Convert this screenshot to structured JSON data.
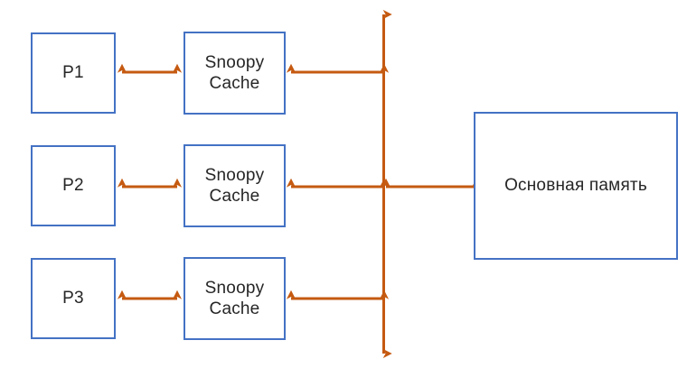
{
  "diagram": {
    "title_text": "",
    "colors": {
      "box_border": "#4472C4",
      "box_fill": "#FFFFFF",
      "arrow": "#C55A11",
      "text": "#262626",
      "background": "#FFFFFF"
    },
    "processors": [
      {
        "label": "P1"
      },
      {
        "label": "P2"
      },
      {
        "label": "P3"
      }
    ],
    "caches": [
      {
        "label": "Snoopy\nCache"
      },
      {
        "label": "Snoopy\nCache"
      },
      {
        "label": "Snoopy\nCache"
      }
    ],
    "memory": {
      "label": "Основная память"
    },
    "bus": {
      "label": ""
    },
    "connectors": [
      {
        "name": "p1-to-cache1",
        "kind": "double-arrow"
      },
      {
        "name": "p2-to-cache2",
        "kind": "double-arrow"
      },
      {
        "name": "p3-to-cache3",
        "kind": "double-arrow"
      },
      {
        "name": "cache1-to-bus",
        "kind": "double-arrow"
      },
      {
        "name": "cache2-to-bus",
        "kind": "double-arrow"
      },
      {
        "name": "cache3-to-bus",
        "kind": "double-arrow"
      },
      {
        "name": "bus-to-memory",
        "kind": "double-arrow"
      },
      {
        "name": "system-bus",
        "kind": "double-arrow-vertical"
      }
    ]
  }
}
